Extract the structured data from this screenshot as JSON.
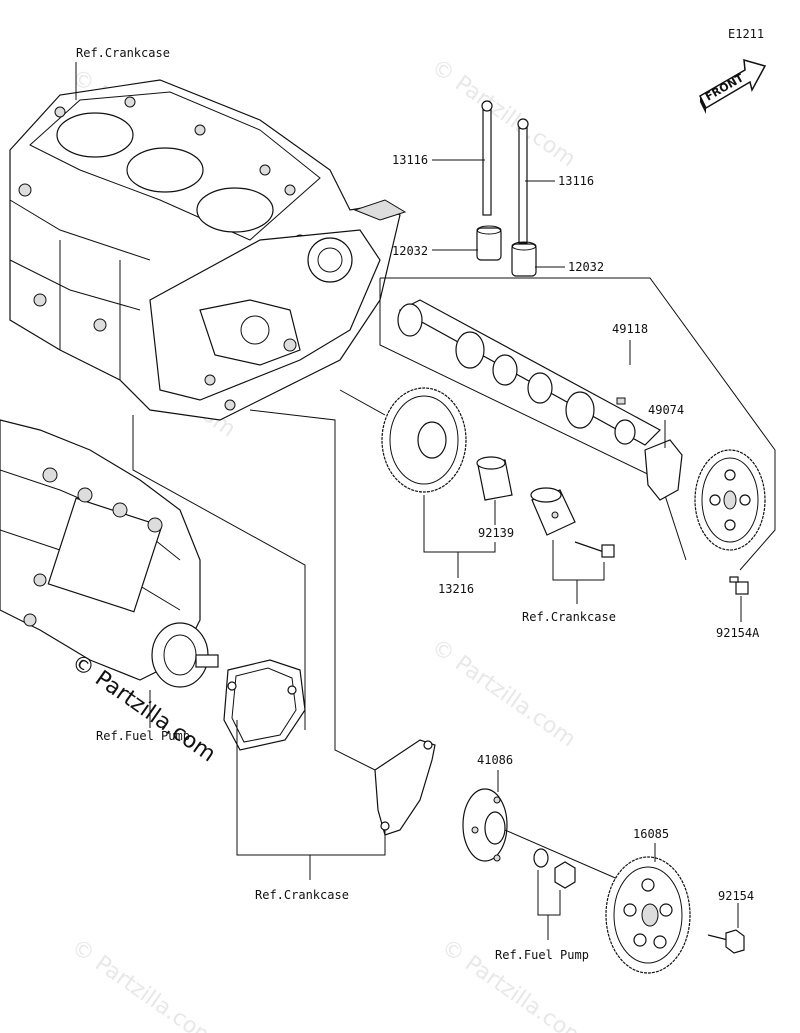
{
  "diagram_code": "E1211",
  "front_label": "FRONT",
  "watermark": "© Partzilla.com",
  "brand_text": "© Partzilla.com",
  "labels": {
    "ref_crankcase_top": "Ref.Crankcase",
    "p13116_a": "13116",
    "p13116_b": "13116",
    "p12032_a": "12032",
    "p12032_b": "12032",
    "p49118": "49118",
    "p49074": "49074",
    "p92139": "92139",
    "p13216": "13216",
    "ref_crankcase_mid": "Ref.Crankcase",
    "p92154A": "92154A",
    "ref_fuel_pump_left": "Ref.Fuel Pump",
    "p41086": "41086",
    "p16085": "16085",
    "p92154": "92154",
    "ref_crankcase_bottom": "Ref.Crankcase",
    "ref_fuel_pump_bottom": "Ref.Fuel Pump"
  },
  "colors": {
    "line": "#111111",
    "background": "#ffffff",
    "watermark": "#e8e8e8"
  }
}
